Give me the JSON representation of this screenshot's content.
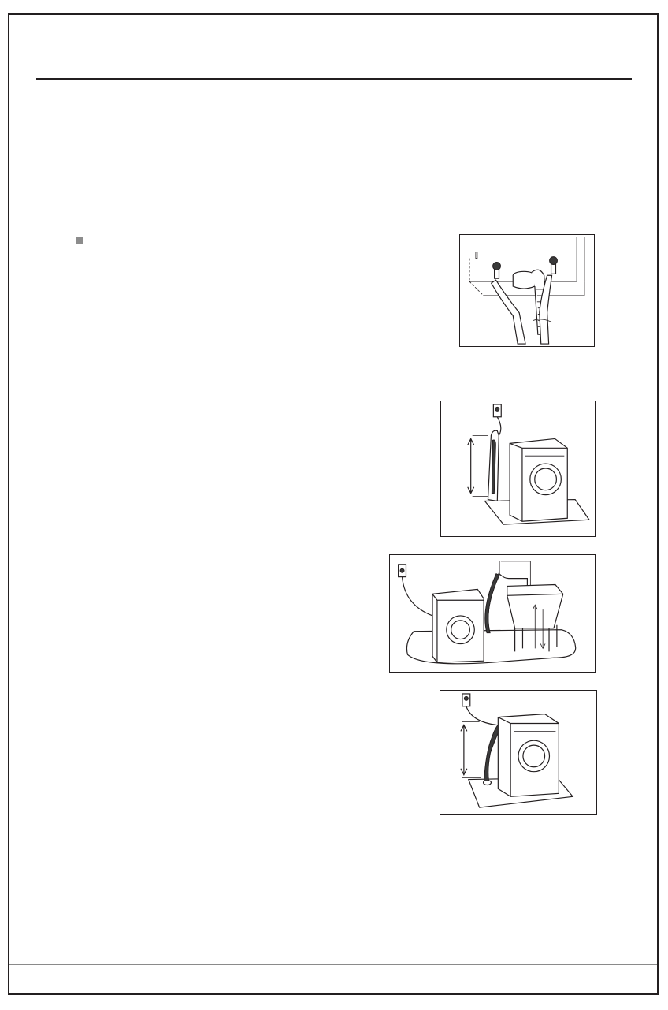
{
  "page": {
    "bullet_marker": "square-bullet",
    "figures": [
      {
        "id": "fig1",
        "icon": "water-taps-and-drain-hose-illustration"
      },
      {
        "id": "fig2",
        "icon": "drain-standpipe-illustration"
      },
      {
        "id": "fig3",
        "icon": "laundry-sink-drain-illustration"
      },
      {
        "id": "fig4",
        "icon": "floor-drain-illustration"
      }
    ]
  },
  "colors": {
    "ink": "#231f20",
    "bullet": "#8c8c8c",
    "footer_rule": "#8a8a8a"
  }
}
